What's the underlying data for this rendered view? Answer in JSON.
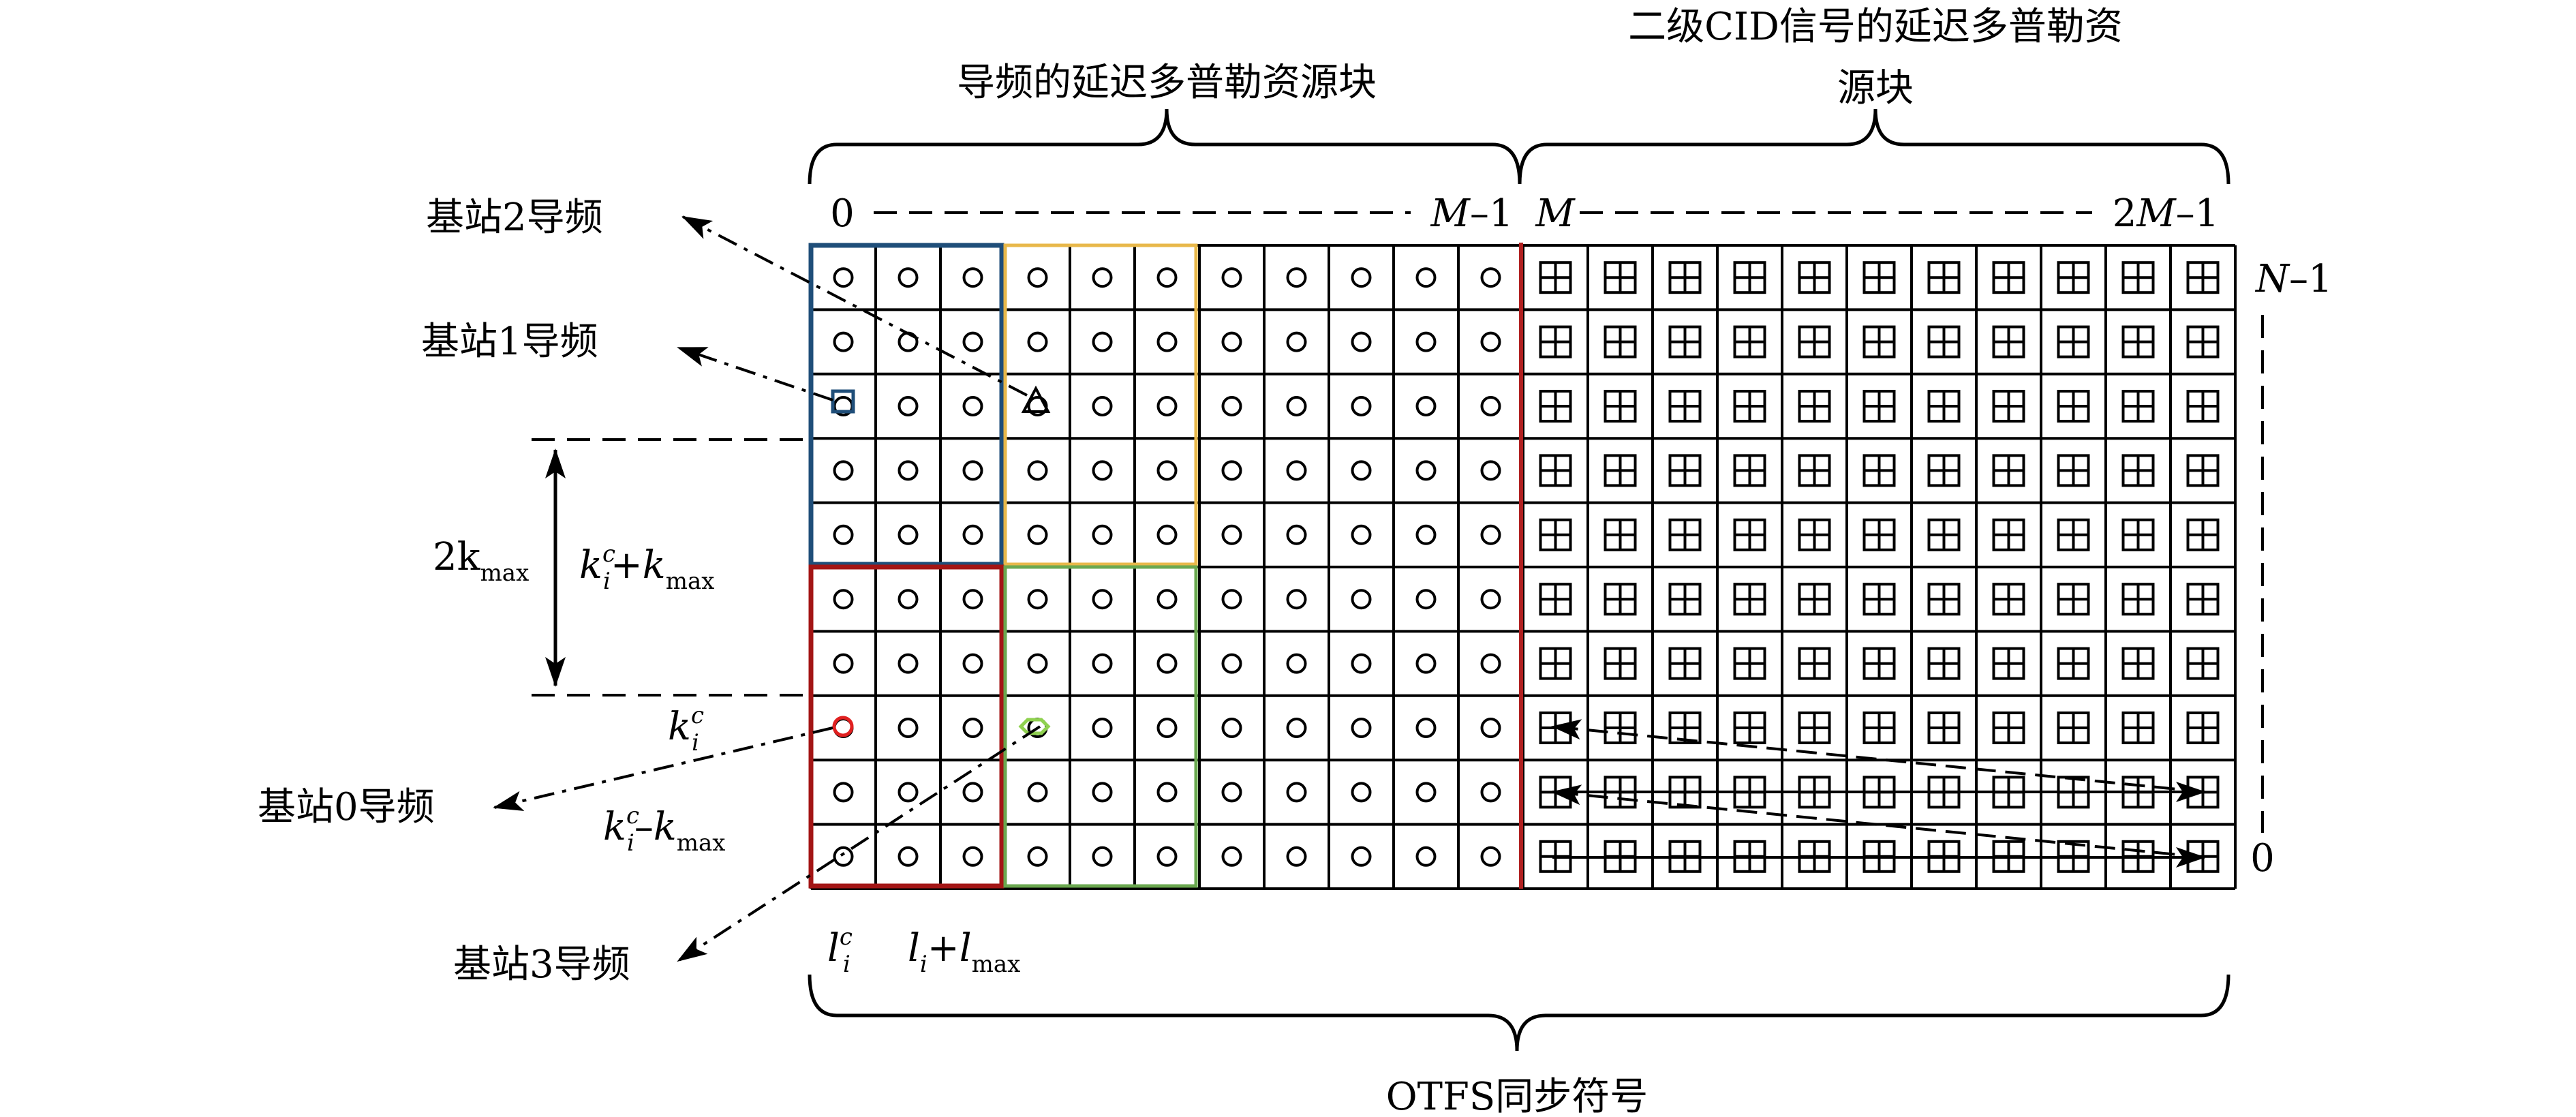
{
  "labels": {
    "pilot_block": "导频的延迟多普勒资源块",
    "cid_block_line1": "二级CID信号的延迟多普勒资",
    "cid_block_line2": "源块",
    "otfs_symbol": "OTFS同步符号",
    "bs0": "基站0导频",
    "bs1": "基站1导频",
    "bs2": "基站2导频",
    "bs3": "基站3导频"
  },
  "axis": {
    "top_left": "0",
    "top_m1_var": "M",
    "top_m1_rest": "–1",
    "top_m": "M",
    "top_2m1_pre": "2",
    "top_2m1_var": "M",
    "top_2m1_rest": "–1",
    "right_n1_var": "N",
    "right_n1_rest": "–1",
    "right_zero": "0"
  },
  "math": {
    "two_k": "2k",
    "max": "max",
    "k": "k",
    "c": "c",
    "i": "i",
    "plus": "+",
    "minus": "–",
    "l": "l"
  },
  "grid": {
    "rows": 10,
    "pilot_cols": 11,
    "cid_cols": 11
  },
  "colors": {
    "blue_block": "#1f4e79",
    "yellow_block": "#e8b84a",
    "red_block": "#a31515",
    "green_block": "#6aa84f",
    "red_pilot": "#e02020",
    "green_pilot": "#8fd14f",
    "divider": "#b02020"
  }
}
